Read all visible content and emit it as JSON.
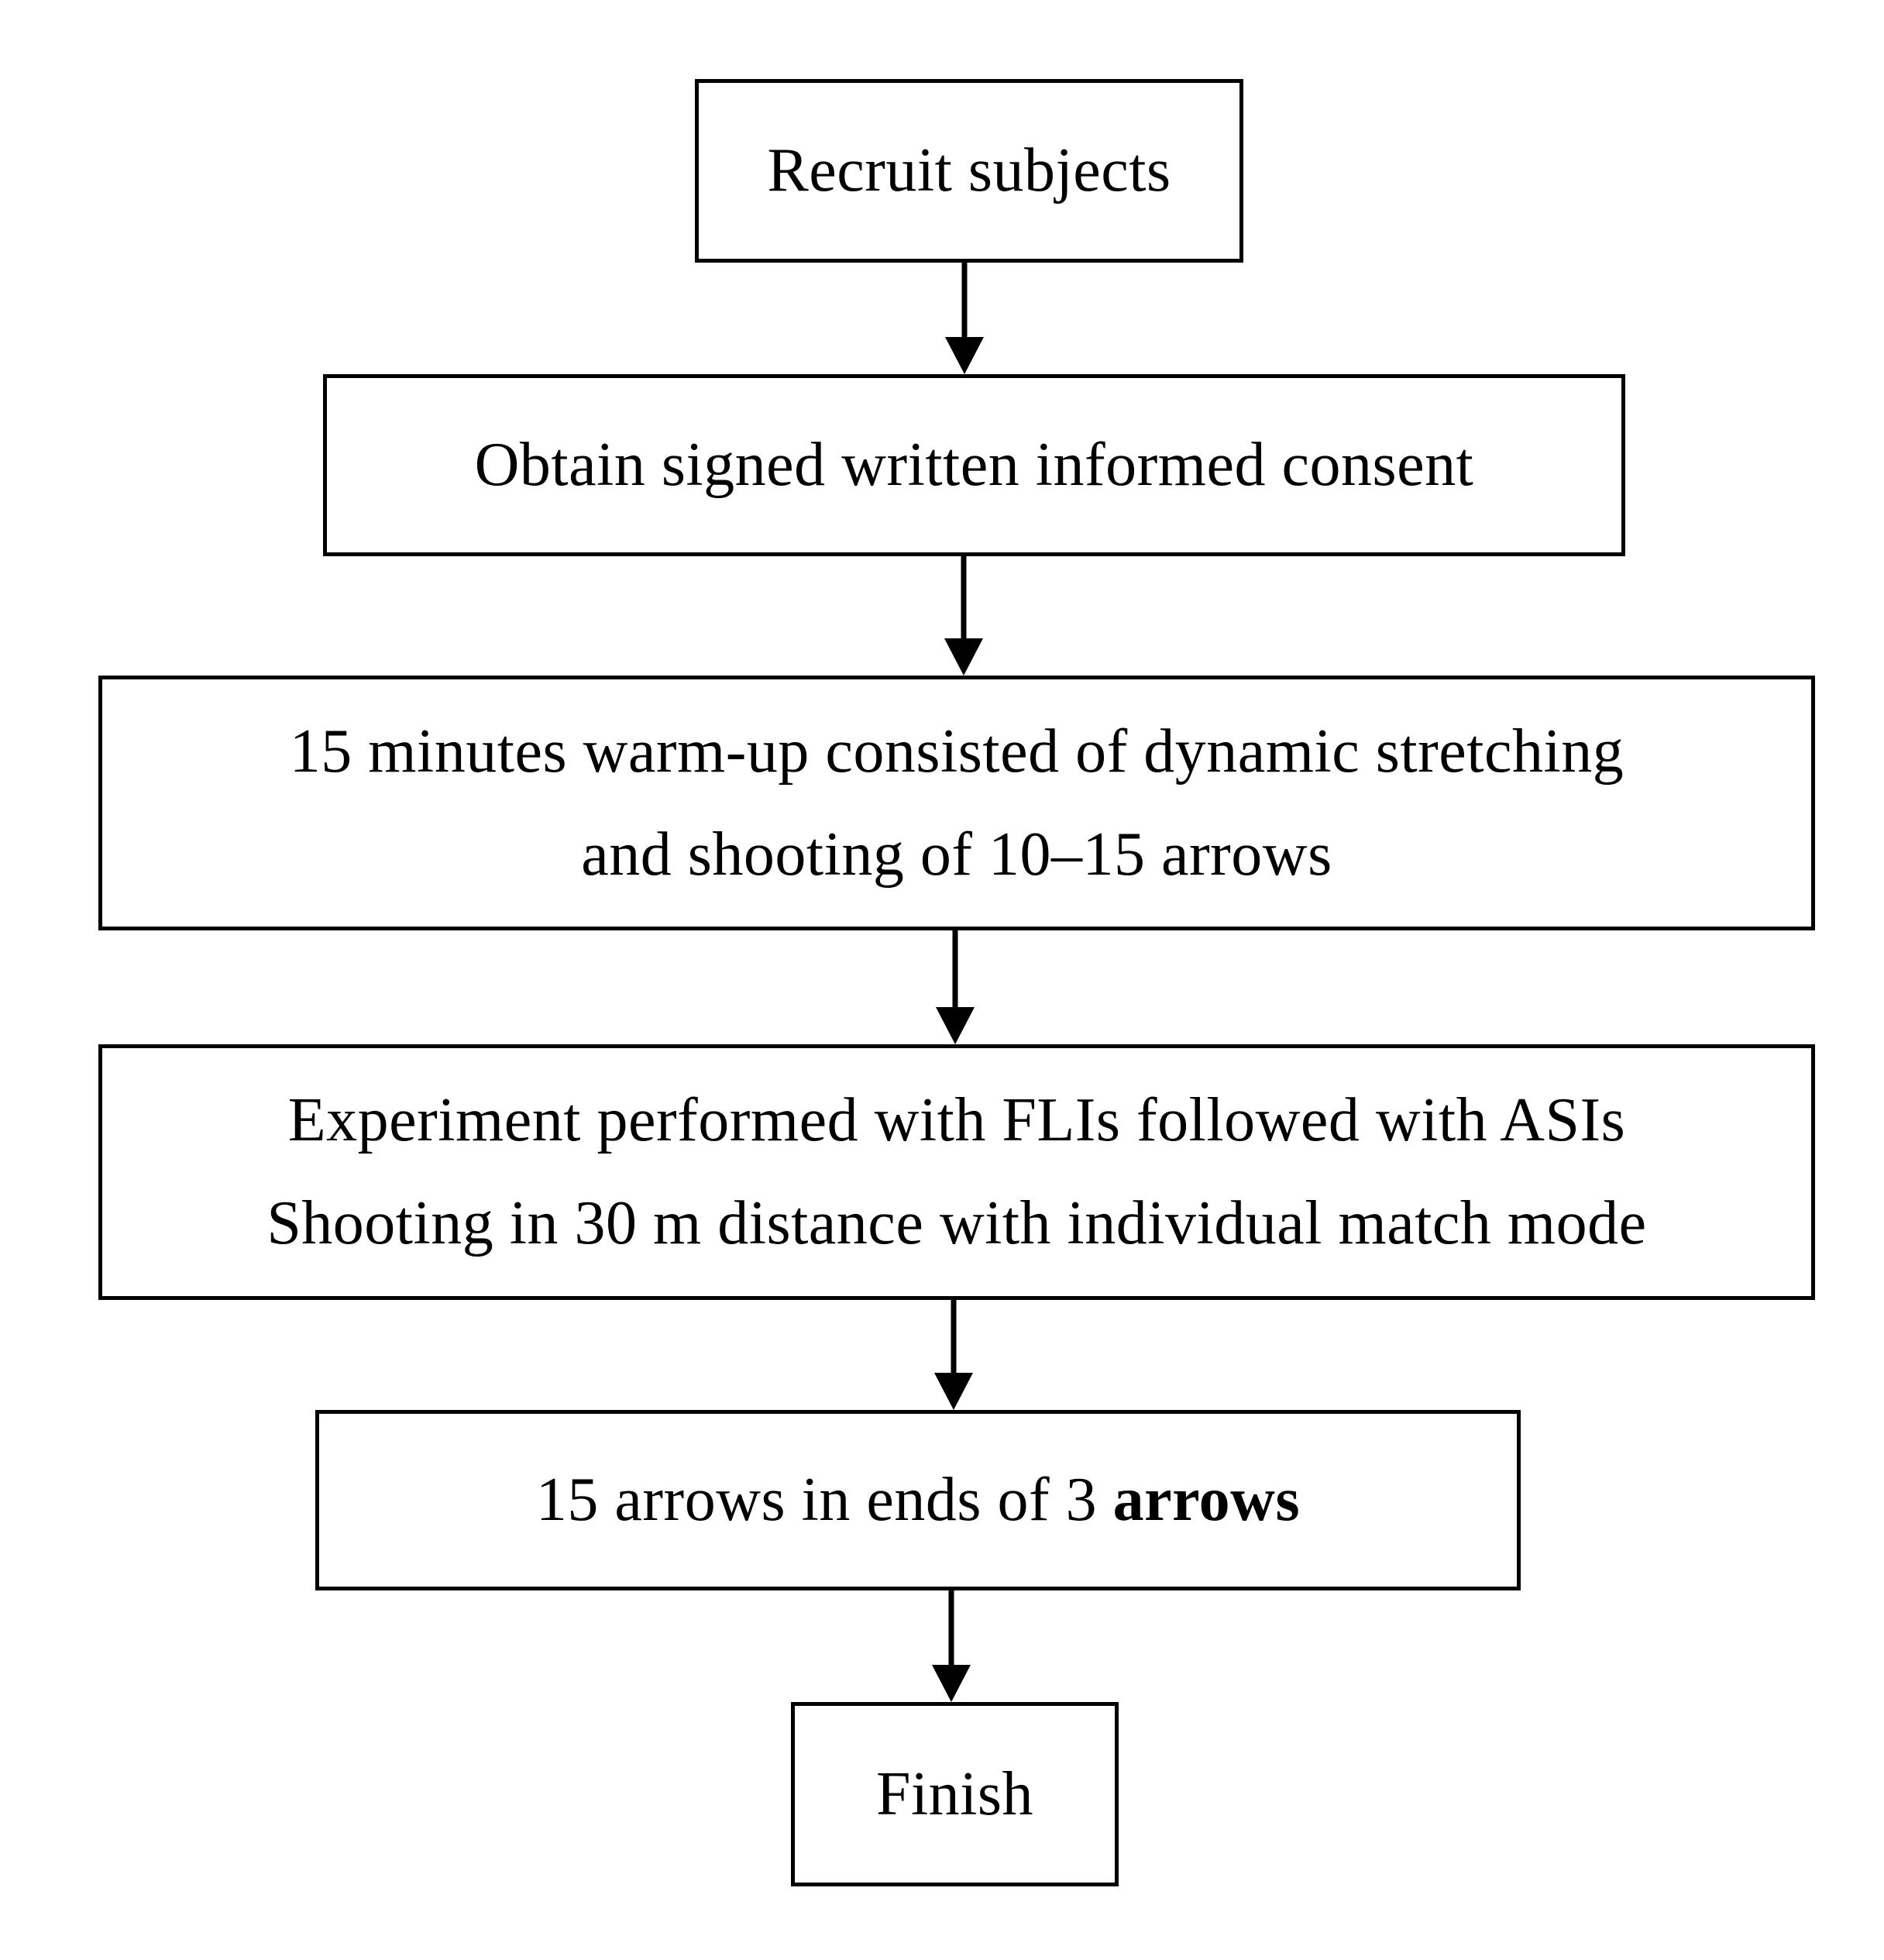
{
  "figure": {
    "type": "flowchart",
    "direction": "top-down",
    "colors": {
      "background": "#ffffff",
      "box_border": "#000000",
      "text": "#000000",
      "arrow": "#000000"
    },
    "nodes": {
      "recruit": {
        "line1": "Recruit subjects"
      },
      "consent": {
        "line1": "Obtain signed written informed consent"
      },
      "warmup": {
        "line1": "15 minutes warm-up consisted of dynamic stretching",
        "line2": "and shooting of 10–15 arrows"
      },
      "experiment": {
        "line1": "Experiment performed with FLIs followed with ASIs",
        "line2": "Shooting in 30 m distance with individual match mode"
      },
      "ends": {
        "line1_prefix": "15 arrows in ends of 3 ",
        "line1_bold": "arrows"
      },
      "finish": {
        "line1": "Finish"
      }
    },
    "edges": [
      {
        "from": "recruit",
        "to": "consent"
      },
      {
        "from": "consent",
        "to": "warmup"
      },
      {
        "from": "warmup",
        "to": "experiment"
      },
      {
        "from": "experiment",
        "to": "ends"
      },
      {
        "from": "ends",
        "to": "finish"
      }
    ]
  }
}
